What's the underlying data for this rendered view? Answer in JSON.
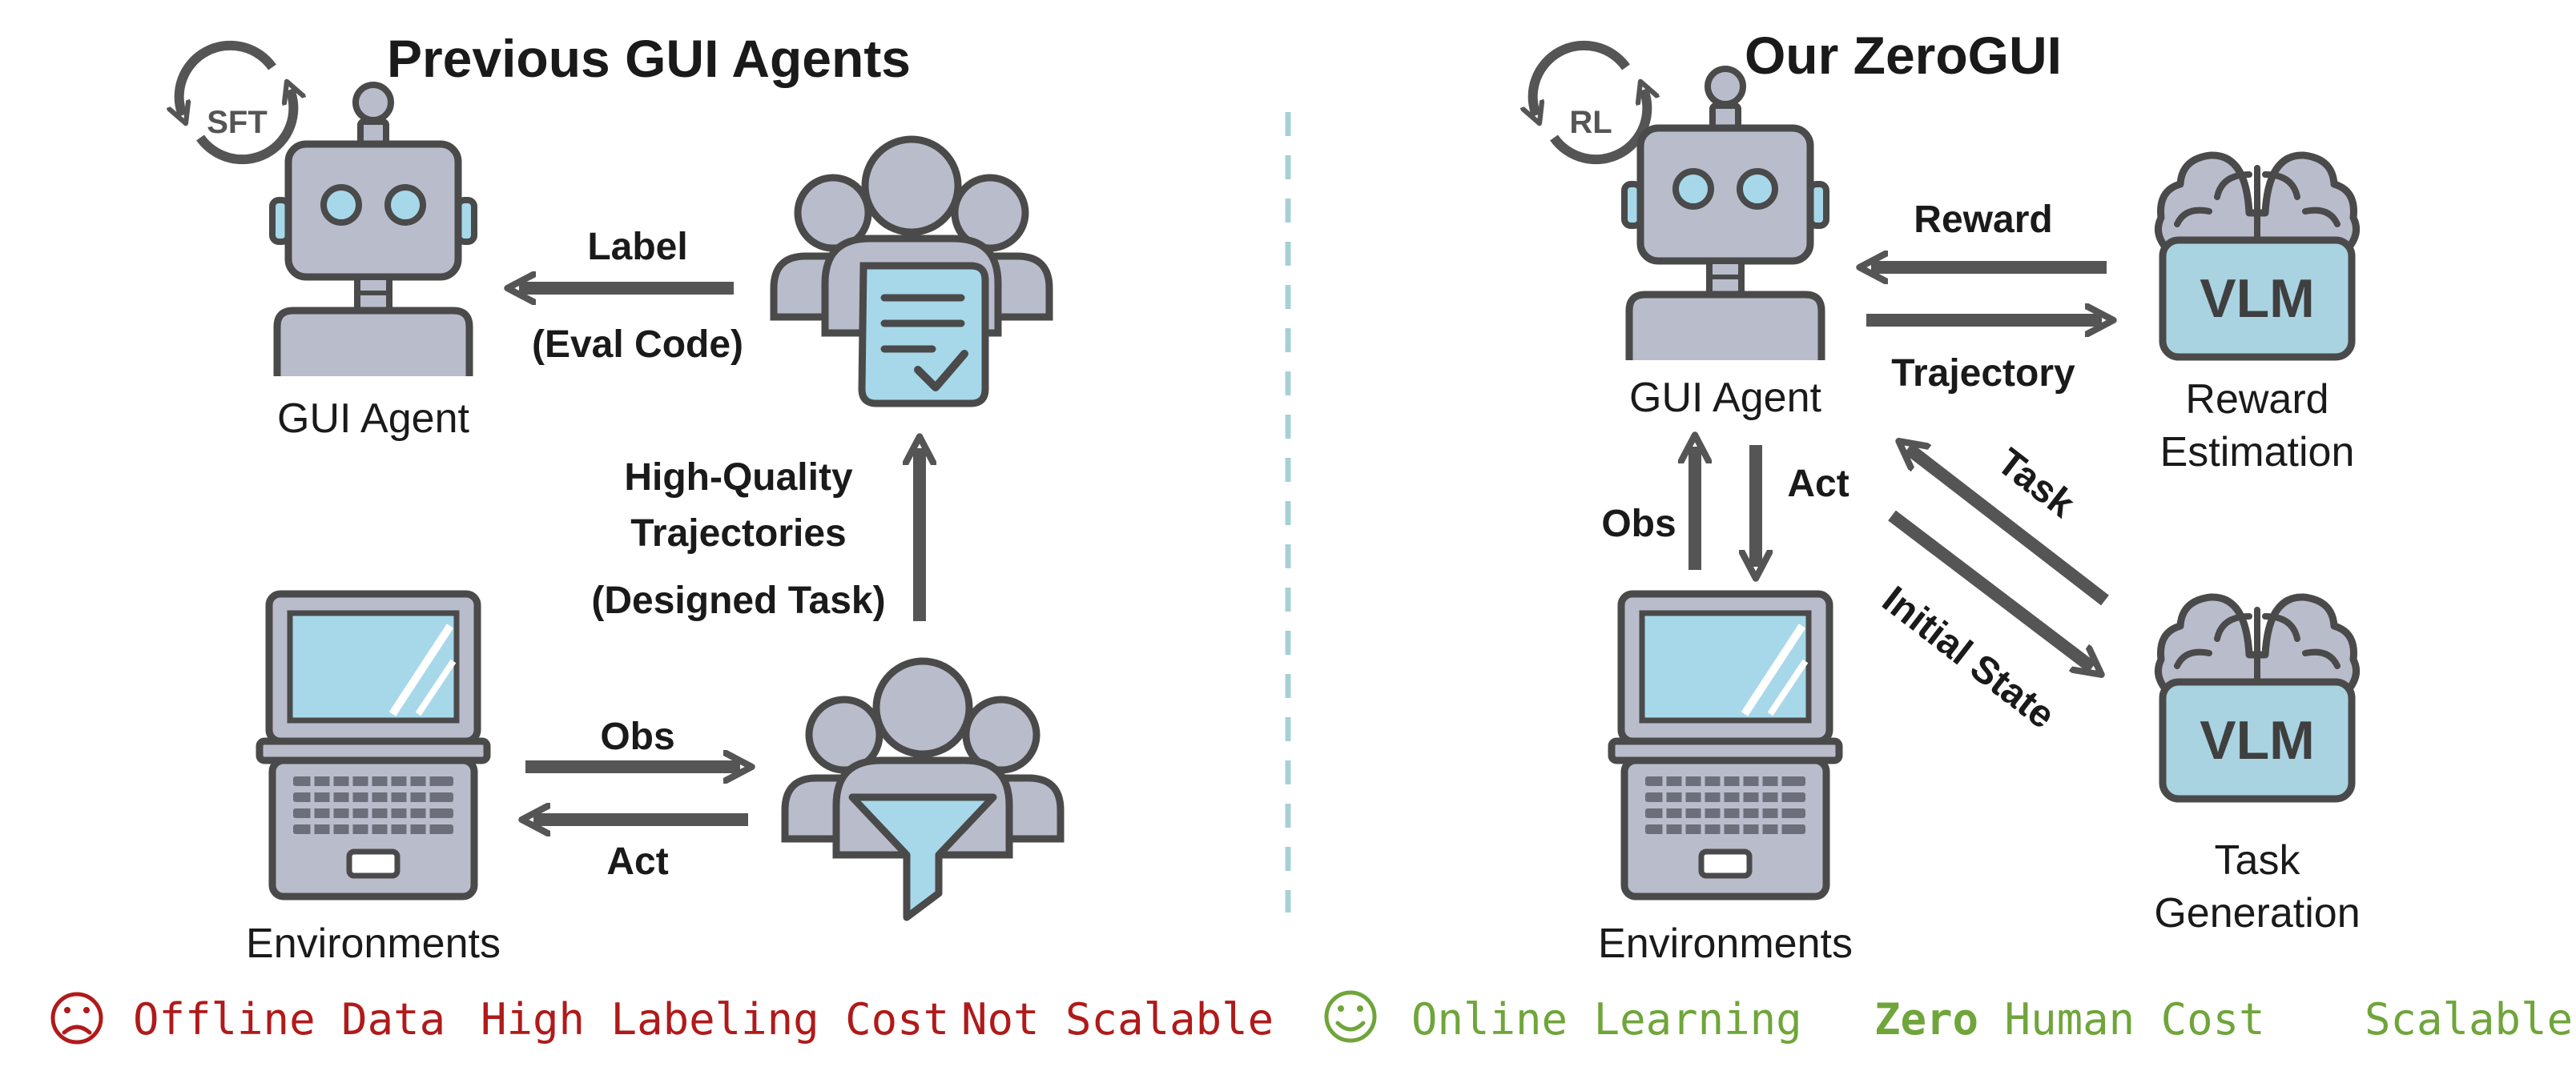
{
  "colors": {
    "robot_body": "#b9bccb",
    "outline": "#4a4a4a",
    "screen_blue": "#a6d8ea",
    "arrow": "#555555",
    "divider": "#a8d0d4",
    "bad": "#b01a1a",
    "good": "#6fa53a",
    "vlm_box": "#a9d3e0"
  },
  "left": {
    "title": "Previous GUI Agents",
    "cycle_label": "SFT",
    "agent_label": "GUI Agent",
    "env_label": "Environments",
    "label_arrow": "Label",
    "label_arrow_sub": "(Eval Code)",
    "up_arrow_line1": "High-Quality",
    "up_arrow_line2": "Trajectories",
    "up_arrow_line3": "(Designed Task)",
    "obs": "Obs",
    "act": "Act"
  },
  "right": {
    "title": "Our ZeroGUI",
    "cycle_label": "RL",
    "agent_label": "GUI Agent",
    "env_label": "Environments",
    "vlm_top": "VLM",
    "vlm_bottom": "VLM",
    "reward_est_line1": "Reward",
    "reward_est_line2": "Estimation",
    "task_gen_line1": "Task",
    "task_gen_line2": "Generation",
    "reward": "Reward",
    "trajectory": "Trajectory",
    "obs": "Obs",
    "act": "Act",
    "task": "Task",
    "initial_state": "Initial State"
  },
  "footer": {
    "sad_icon": "sad-face-icon",
    "happy_icon": "happy-face-icon",
    "bad1": "Offline Data",
    "bad2": "High Labeling Cost",
    "bad3": "Not Scalable",
    "good1": "Online Learning",
    "good2_bold": "Zero",
    "good2_rest": " Human Cost",
    "good3": "Scalable"
  }
}
